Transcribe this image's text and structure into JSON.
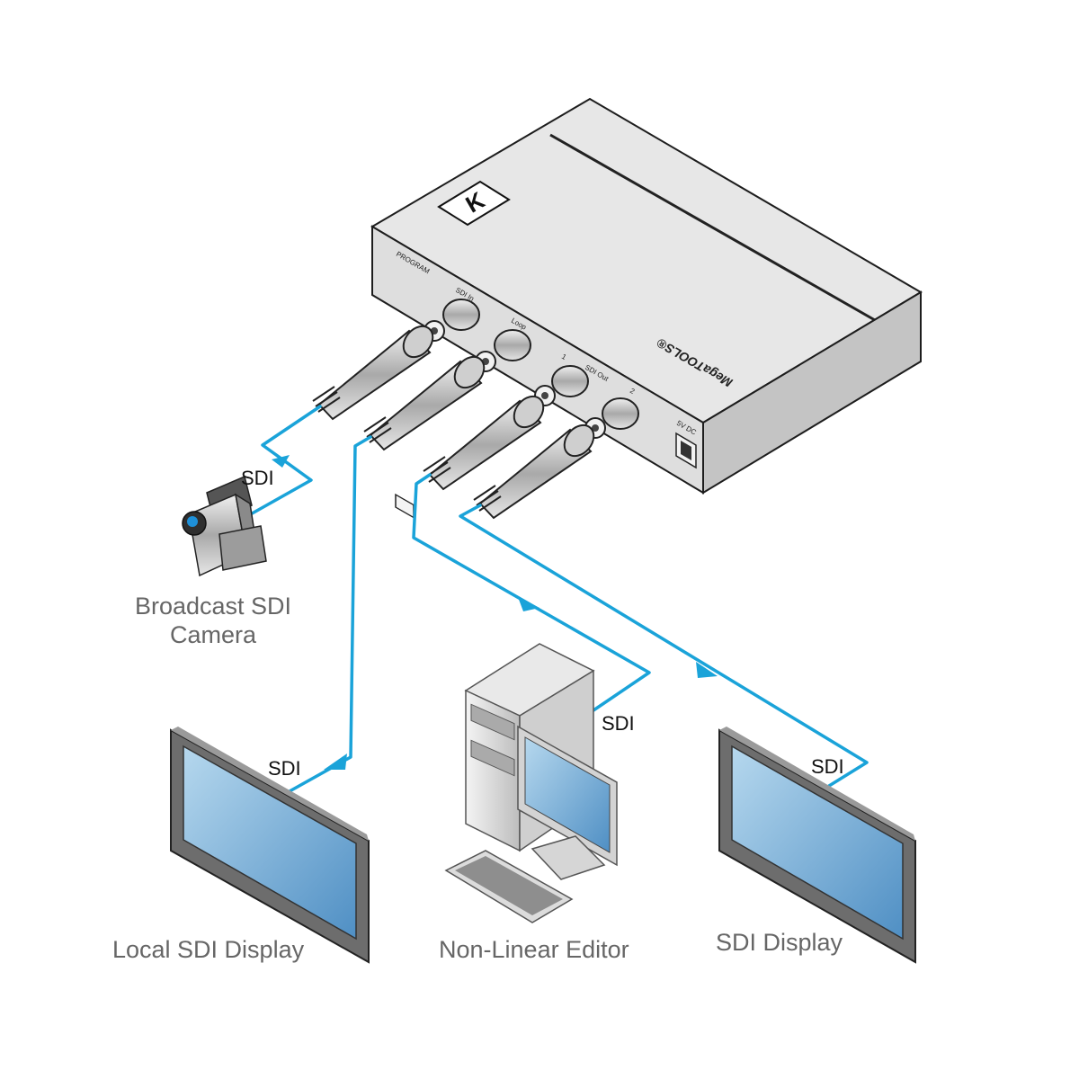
{
  "device": {
    "brand_mark": "K",
    "model_text": "MegaTOOLS®",
    "ports": {
      "program": "PROGRAM",
      "sdi_in": "SDI In",
      "loop": "Loop",
      "out_1": "1",
      "sdi_out": "SDI Out",
      "out_2": "2",
      "power": "5V DC"
    }
  },
  "cable_color": "#1aa3d9",
  "labels": {
    "camera_sdi": "SDI",
    "local_display_sdi": "SDI",
    "editor_sdi": "SDI",
    "sdi_display_sdi": "SDI"
  },
  "components": {
    "camera": {
      "line1": "Broadcast SDI",
      "line2": "Camera"
    },
    "local_display": "Local SDI Display",
    "editor": "Non-Linear Editor",
    "sdi_display": "SDI Display"
  }
}
